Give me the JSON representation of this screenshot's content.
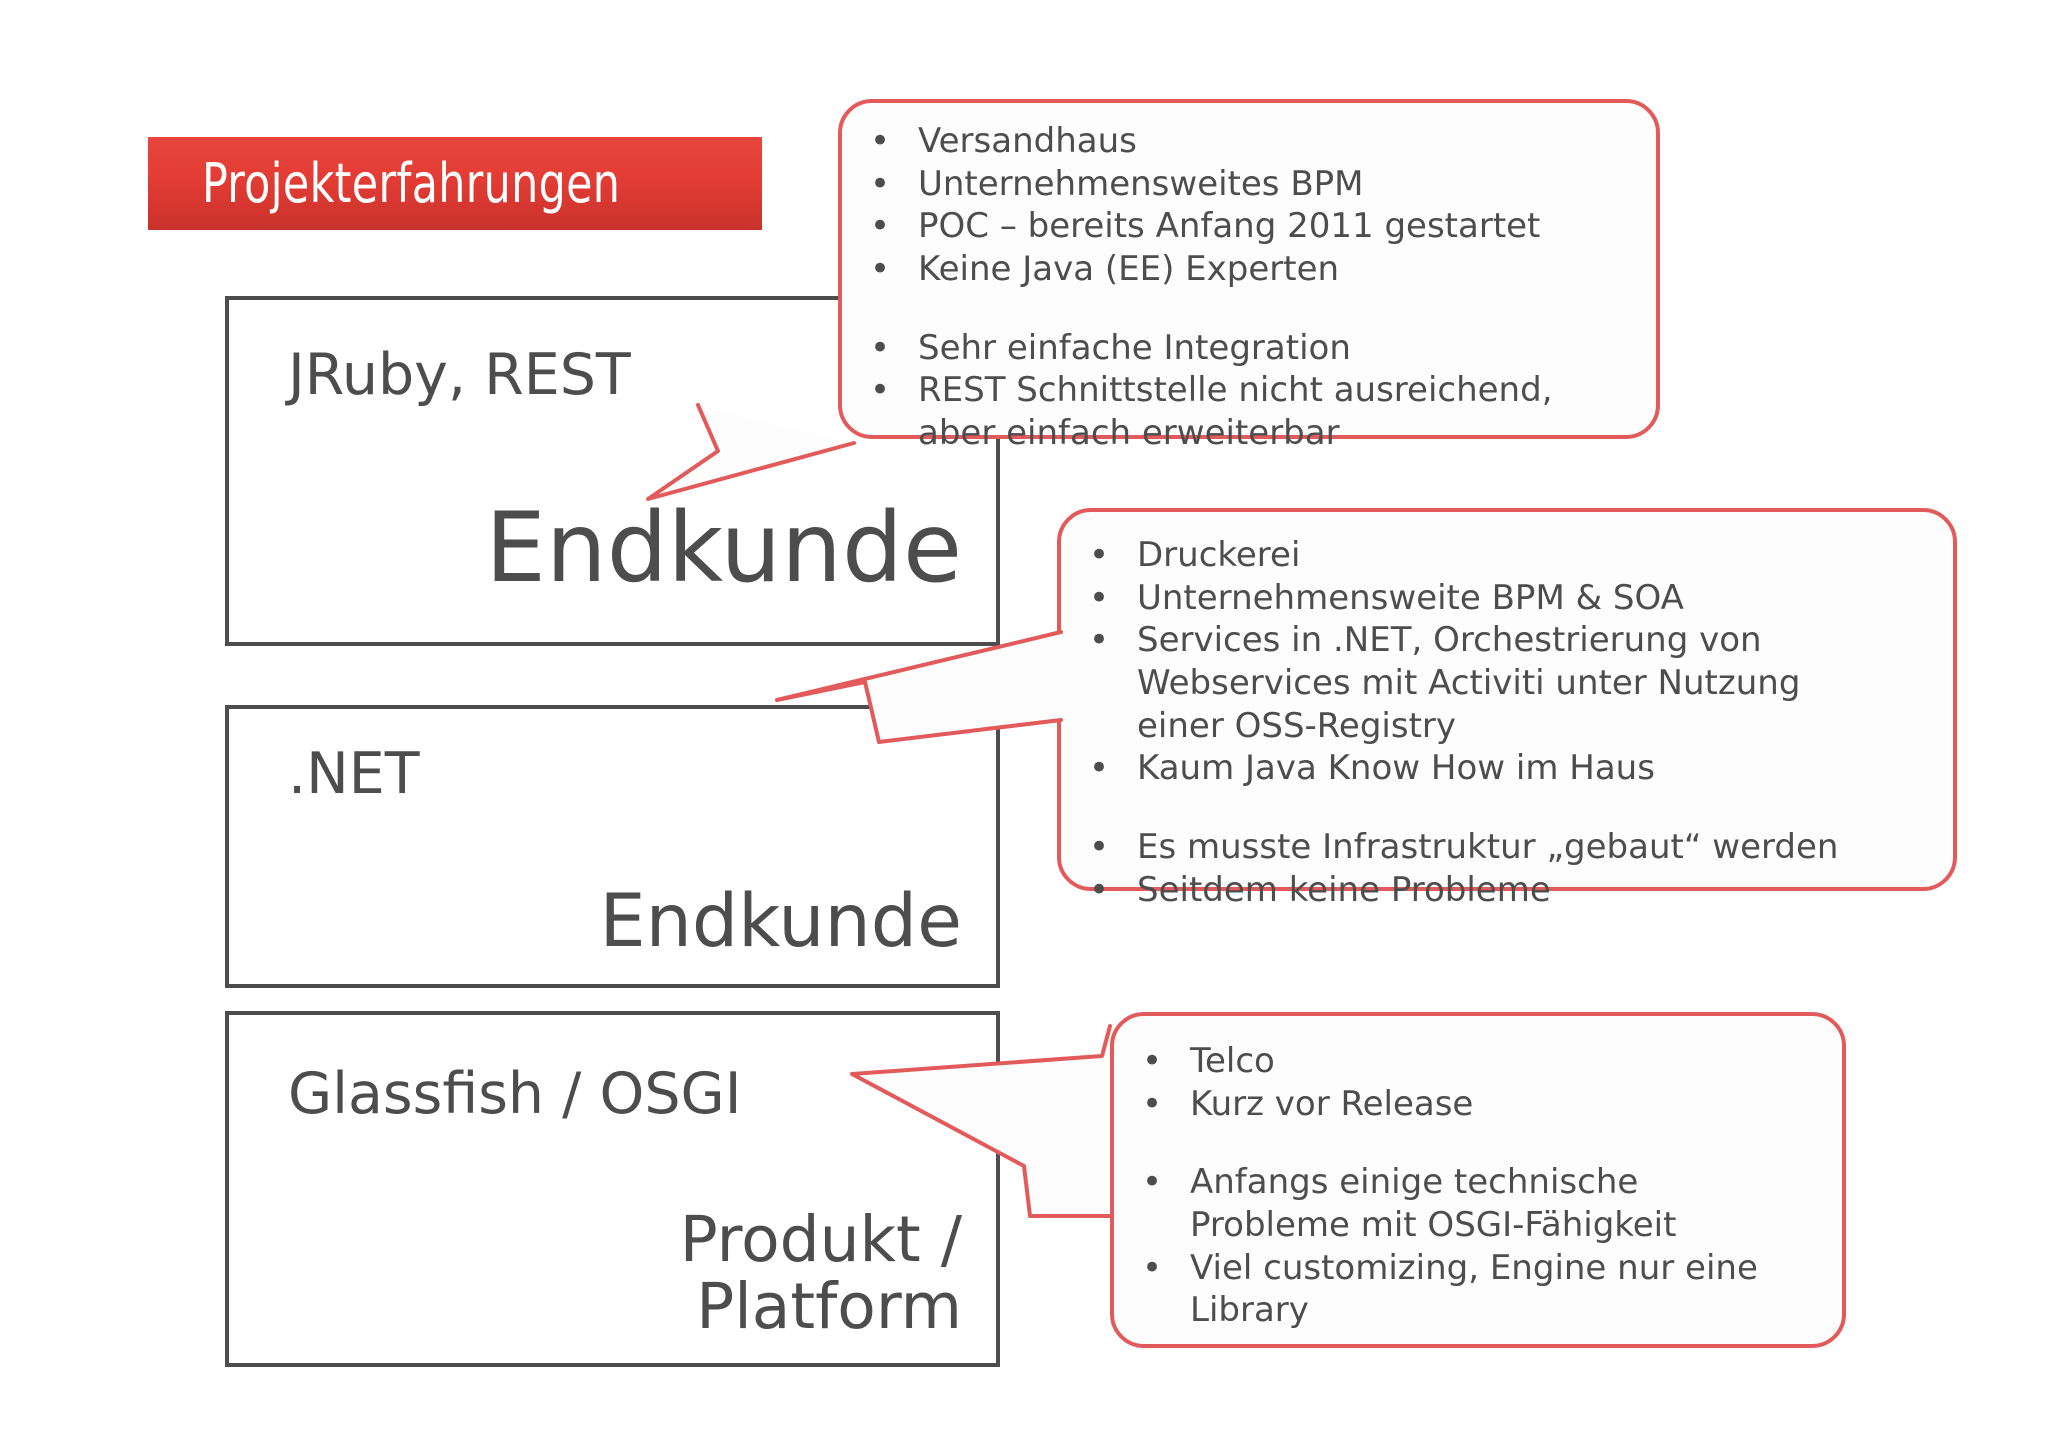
{
  "slide": {
    "title": "Projekterfahrungen",
    "accent_color": "#e33c34",
    "bubble_border_color": "#e35a5a",
    "text_color": "#4d4d4d"
  },
  "boxes": [
    {
      "tech": "JRuby, REST",
      "role": "Endkunde"
    },
    {
      "tech": ".NET",
      "role": "Endkunde"
    },
    {
      "tech": "Glassfish / OSGI",
      "role": "Produkt /\nPlatform"
    }
  ],
  "callouts": [
    {
      "groups": [
        {
          "bullets": [
            {
              "text": "Versandhaus"
            },
            {
              "text": "Unternehmensweites BPM"
            },
            {
              "text": "POC – bereits Anfang 2011 gestartet"
            },
            {
              "text": "Keine Java (EE) Experten"
            }
          ]
        },
        {
          "bullets": [
            {
              "text": "Sehr einfache Integration"
            },
            {
              "text": "REST Schnittstelle nicht ausreichend,\naber einfach erweiterbar"
            }
          ]
        }
      ]
    },
    {
      "groups": [
        {
          "bullets": [
            {
              "text": "Druckerei"
            },
            {
              "text": "Unternehmensweite BPM & SOA"
            },
            {
              "text": "Services in .NET, Orchestrierung von\nWebservices mit Activiti unter Nutzung\neiner OSS-Registry"
            },
            {
              "text": "Kaum Java Know How im Haus"
            }
          ]
        },
        {
          "bullets": [
            {
              "text": "Es musste Infrastruktur „gebaut“ werden"
            },
            {
              "text": "Seitdem keine Probleme"
            }
          ]
        }
      ]
    },
    {
      "groups": [
        {
          "bullets": [
            {
              "text": "Telco"
            },
            {
              "text": "Kurz vor Release"
            }
          ]
        },
        {
          "bullets": [
            {
              "text": "Anfangs einige technische\nProbleme mit OSGI-Fähigkeit"
            },
            {
              "text": "Viel customizing, Engine nur eine\nLibrary"
            }
          ]
        }
      ]
    }
  ],
  "bullet_glyph": "•"
}
